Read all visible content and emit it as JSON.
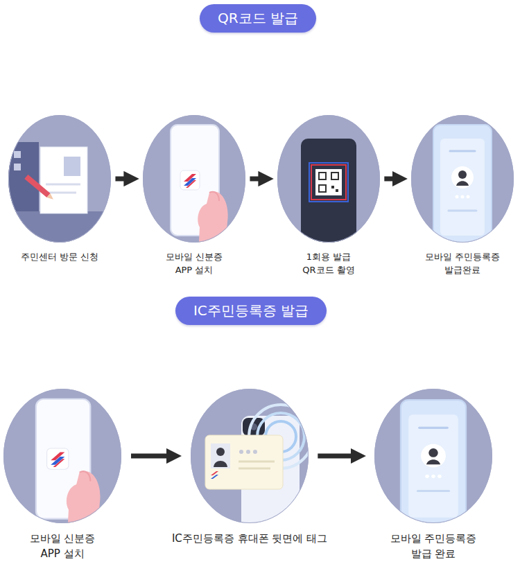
{
  "diagram": {
    "nodes": [
      {
        "text": [
          "QR코드 발급"
        ]
      },
      {
        "text": [
          "주민센터 방문 신청"
        ]
      },
      {
        "text": [
          "모바일 신분증 APP 설치"
        ]
      },
      {
        "text": [
          "1회용 발급 QR코드 촬영"
        ]
      },
      {
        "text": [
          "모바일 주민등록증 발급완료"
        ]
      },
      {
        "text": [
          "IC주민등록증 발급"
        ]
      },
      {
        "text": [
          "모바일 신분증 APP 설치"
        ]
      },
      {
        "text": [
          "IC주민등록증 휴대폰 뒷면에 태그"
        ]
      },
      {
        "text": [
          "모바일 주민등록증 발급 완료"
        ]
      }
    ],
    "edges": [
      {
        "from": 1,
        "to": 2,
        "arrow": "to"
      },
      {
        "from": 2,
        "to": 3,
        "arrow": "to"
      },
      {
        "from": 3,
        "to": 4,
        "arrow": "to"
      },
      {
        "from": 6,
        "to": 7,
        "arrow": "to"
      },
      {
        "from": 7,
        "to": 8,
        "arrow": "to"
      }
    ]
  }
}
